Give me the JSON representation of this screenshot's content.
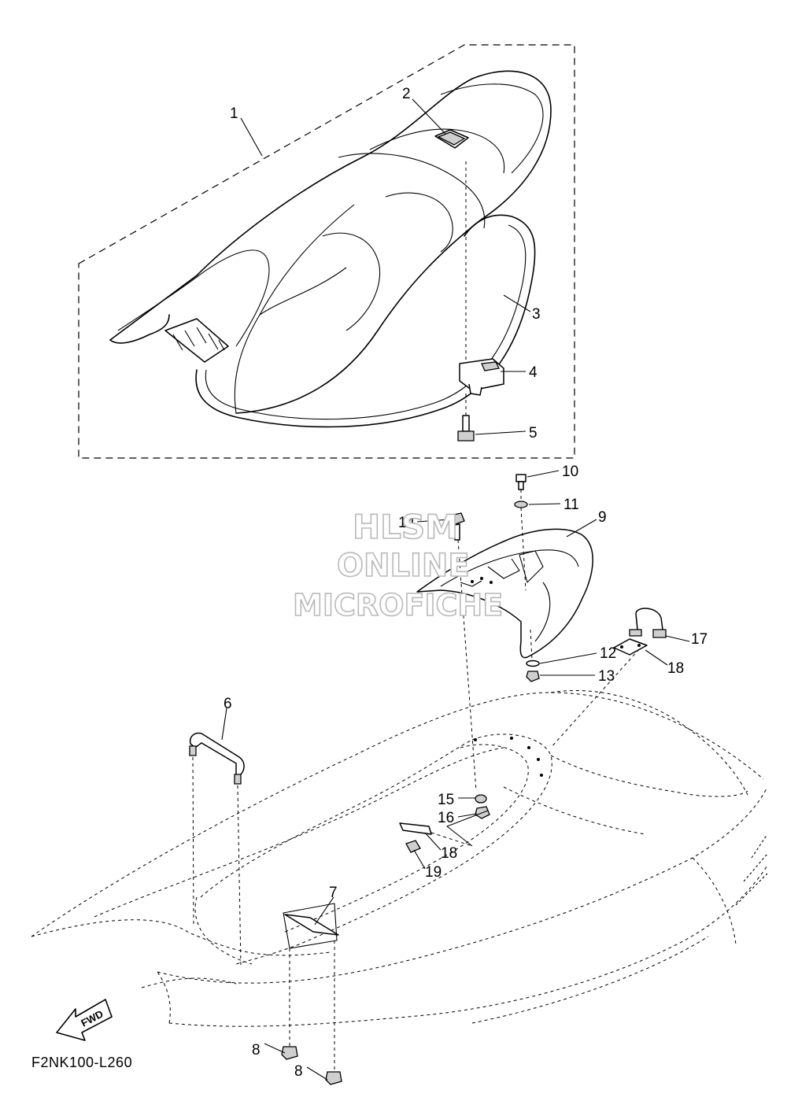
{
  "diagram_code": "F2NK100-L260",
  "direction_label": "FWD",
  "watermark": [
    "HLSM",
    "ONLINE",
    "MICROFICHE"
  ],
  "callouts": [
    {
      "id": "c1",
      "label": "1"
    },
    {
      "id": "c2",
      "label": "2"
    },
    {
      "id": "c3",
      "label": "3"
    },
    {
      "id": "c4",
      "label": "4"
    },
    {
      "id": "c5",
      "label": "5"
    },
    {
      "id": "c6",
      "label": "6"
    },
    {
      "id": "c7",
      "label": "7"
    },
    {
      "id": "c8a",
      "label": "8"
    },
    {
      "id": "c8b",
      "label": "8"
    },
    {
      "id": "c9",
      "label": "9"
    },
    {
      "id": "c10",
      "label": "10"
    },
    {
      "id": "c11",
      "label": "11"
    },
    {
      "id": "c12",
      "label": "12"
    },
    {
      "id": "c13",
      "label": "13"
    },
    {
      "id": "c14",
      "label": "14"
    },
    {
      "id": "c15",
      "label": "15"
    },
    {
      "id": "c16",
      "label": "16"
    },
    {
      "id": "c17",
      "label": "17"
    },
    {
      "id": "c18a",
      "label": "18"
    },
    {
      "id": "c18b",
      "label": "18"
    },
    {
      "id": "c19",
      "label": "19"
    }
  ]
}
